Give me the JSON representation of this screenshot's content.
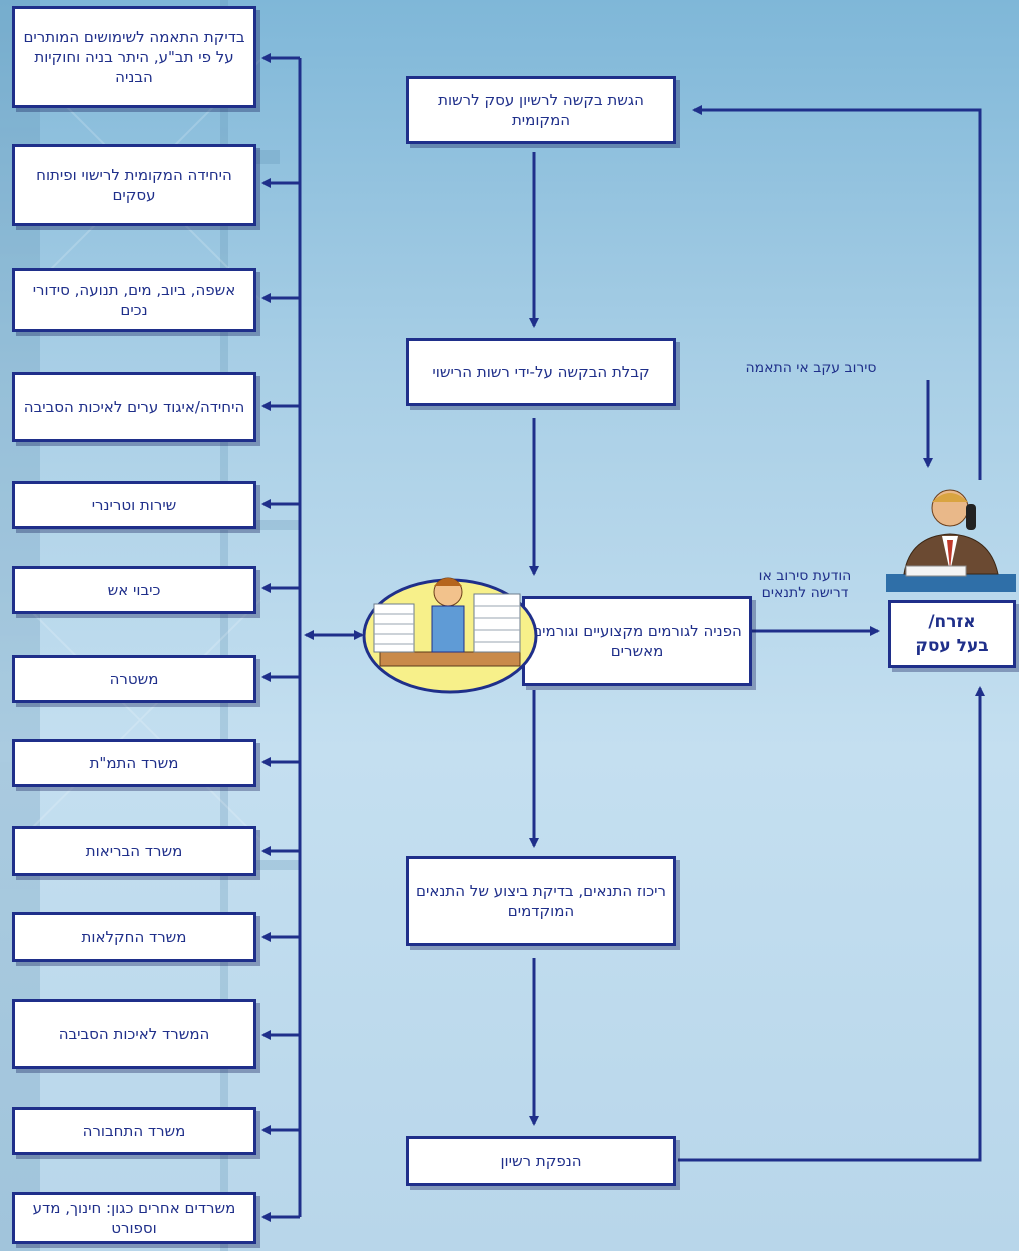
{
  "left_boxes": [
    "בדיקת התאמה לשימושים המותרים על פי תב\"ע, היתר בניה וחוקיות הבניה",
    "היחידה המקומית לרישוי ופיתוח עסקים",
    "אשפה, ביוב, מים, תנועה, סידורי נכים",
    "היחידה/איגוד ערים לאיכות הסביבה",
    "שירות וטרינרי",
    "כיבוי אש",
    "משטרה",
    "משרד התמ\"ת",
    "משרד הבריאות",
    "משרד החקלאות",
    "המשרד לאיכות הסביבה",
    "משרד התחבורה",
    "משרדים אחרים כגון: חינוך, מדע וספורט"
  ],
  "flow": {
    "submit": "הגשת בקשה לרשיון עסק לרשות המקומית",
    "receive": "קבלת הבקשה על-ידי רשות הרישוי",
    "refer": "הפניה לגורמים מקצועיים וגורמים מאשרים",
    "collect": "ריכוז התנאים, בדיקת ביצוע של התנאים המוקדמים",
    "issue": "הנפקת רשיון"
  },
  "owner": {
    "line1": "אזרח/",
    "line2": "בעל עסק"
  },
  "labels": {
    "refusal": "סירוב עקב אי התאמה",
    "notice": "הודעת סירוב או דרישה לתנאים"
  },
  "colors": {
    "line": "#1f2f8a",
    "box_border": "#1f2f8a",
    "background": "#b8d6ea"
  }
}
